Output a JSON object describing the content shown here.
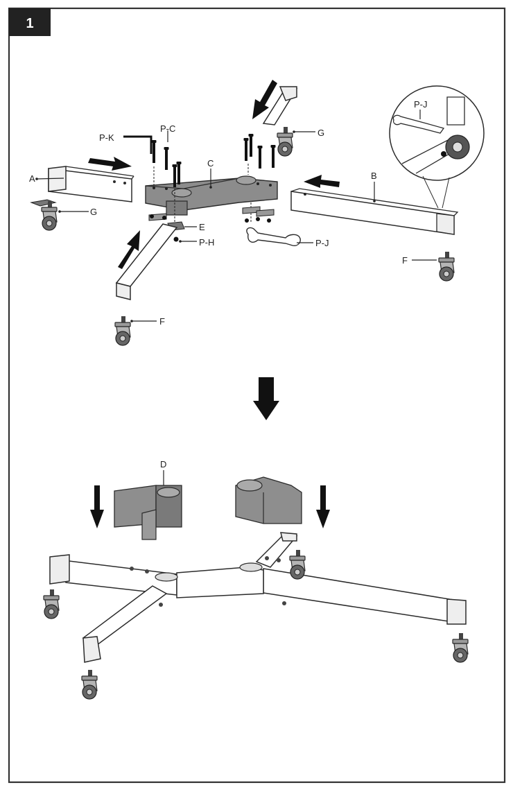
{
  "step": {
    "number": "1"
  },
  "colors": {
    "frame": "#333333",
    "part_fill": "#ffffff",
    "part_stroke": "#2b2b2b",
    "metal": "#8a8a8a",
    "metal_dark": "#5c5c5c",
    "arrow": "#111111",
    "badge": "#222222"
  },
  "labels": {
    "A": "A",
    "B": "B",
    "C": "C",
    "D": "D",
    "E": "E",
    "F_left": "F",
    "F_right": "F",
    "G_left": "G",
    "G_top": "G",
    "P_C": "P-C",
    "P_K": "P-K",
    "P_H": "P-H",
    "P_J_detail": "P-J",
    "P_J_tool": "P-J"
  }
}
